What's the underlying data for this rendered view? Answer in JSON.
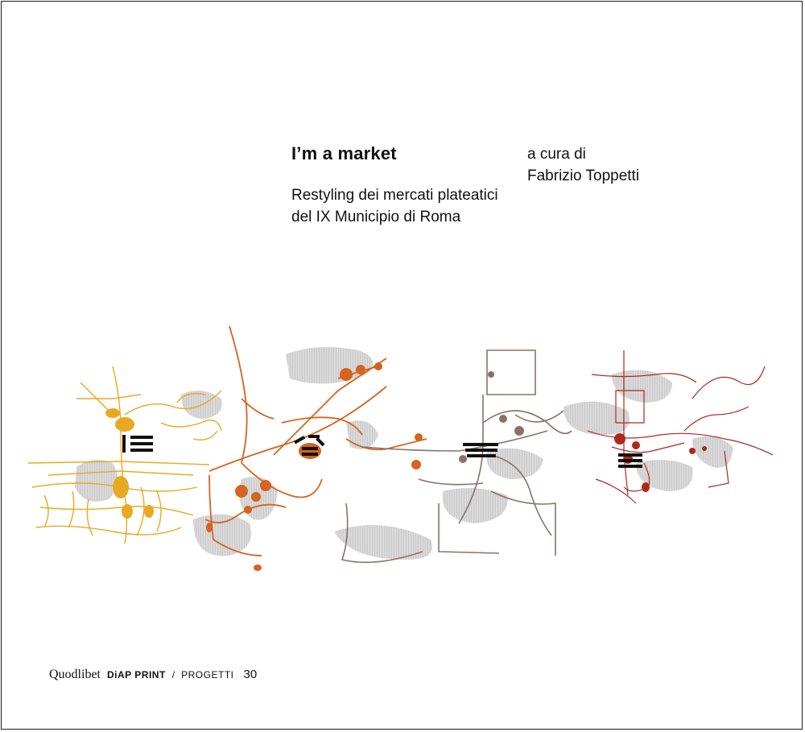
{
  "book": {
    "title": "I’m a market",
    "subtitle_line1": "Restyling dei mercati plateatici",
    "subtitle_line2": "del IX Municipio di Roma",
    "curator_prefix": "a cura di",
    "curator_name": "Fabrizio Toppetti"
  },
  "footer": {
    "publisher": "Quodlibet",
    "series": "DiAP PRINT",
    "separator": "/",
    "collection": "PROGETTI",
    "number": "30"
  },
  "colors": {
    "yellow": "#e8a921",
    "orange": "#d4641f",
    "brown": "#8a7266",
    "red": "#b0281c",
    "gray": "#d6d6d6"
  }
}
